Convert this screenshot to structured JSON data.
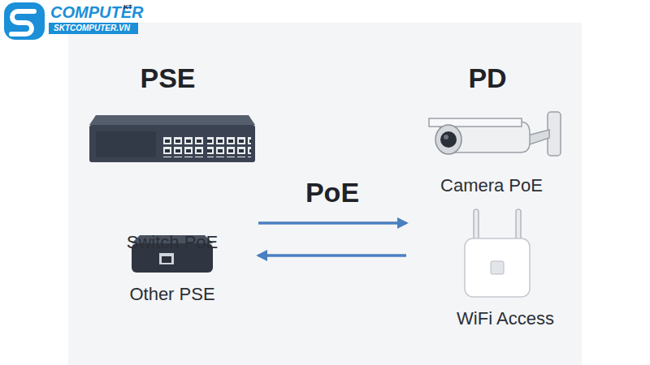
{
  "diagram": {
    "nodes": [
      {
        "text": [
          "PSE"
        ]
      },
      {
        "text": [
          "Switch PoE"
        ],
        "in": 0
      },
      {
        "text": [
          "Other PSE"
        ],
        "in": 0
      },
      {
        "text": [
          "PD"
        ]
      },
      {
        "text": [
          "Camera PoE"
        ],
        "in": 3
      },
      {
        "text": [
          "WiFi Access"
        ],
        "in": 3
      }
    ],
    "edges": [
      {
        "from": 0,
        "to": 3,
        "label": "PoE",
        "arrow": "to"
      },
      {
        "from": 3,
        "to": 0,
        "arrow": "to"
      }
    ],
    "labels": [
      "COMPUTER",
      "KT",
      "SKTCOMPUTER.VN"
    ]
  }
}
